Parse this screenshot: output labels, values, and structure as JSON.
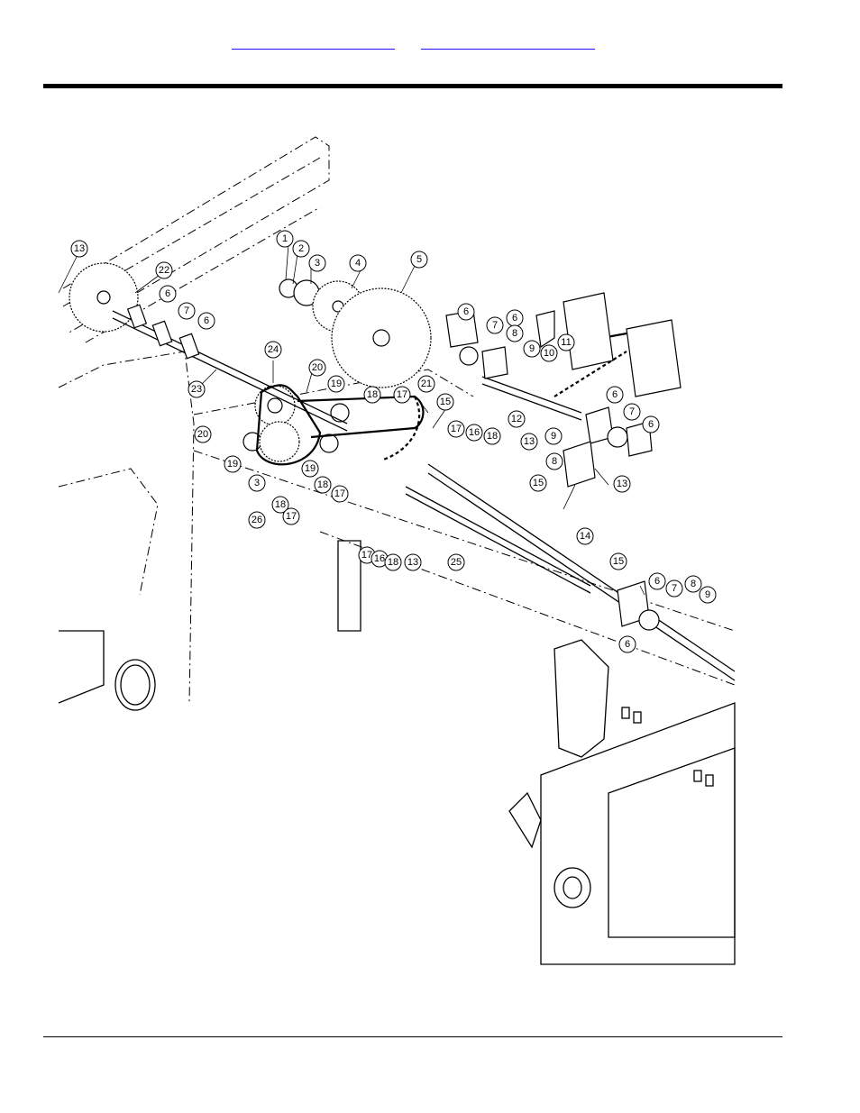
{
  "header": {
    "links": [
      {
        "label": ""
      },
      {
        "label": ""
      }
    ]
  },
  "diagram": {
    "callouts": [
      {
        "label": "1"
      },
      {
        "label": "2"
      },
      {
        "label": "3"
      },
      {
        "label": "4"
      },
      {
        "label": "5"
      },
      {
        "label": "13"
      },
      {
        "label": "22"
      },
      {
        "label": "6"
      },
      {
        "label": "7"
      },
      {
        "label": "6"
      },
      {
        "label": "23"
      },
      {
        "label": "24"
      },
      {
        "label": "20"
      },
      {
        "label": "19"
      },
      {
        "label": "18"
      },
      {
        "label": "17"
      },
      {
        "label": "21"
      },
      {
        "label": "15"
      },
      {
        "label": "20"
      },
      {
        "label": "19"
      },
      {
        "label": "3"
      },
      {
        "label": "26"
      },
      {
        "label": "19"
      },
      {
        "label": "18"
      },
      {
        "label": "17"
      },
      {
        "label": "18"
      },
      {
        "label": "17"
      },
      {
        "label": "17"
      },
      {
        "label": "16"
      },
      {
        "label": "18"
      },
      {
        "label": "6"
      },
      {
        "label": "7"
      },
      {
        "label": "6"
      },
      {
        "label": "8"
      },
      {
        "label": "9"
      },
      {
        "label": "10"
      },
      {
        "label": "11"
      },
      {
        "label": "12"
      },
      {
        "label": "13"
      },
      {
        "label": "9"
      },
      {
        "label": "8"
      },
      {
        "label": "6"
      },
      {
        "label": "7"
      },
      {
        "label": "6"
      },
      {
        "label": "13"
      },
      {
        "label": "15"
      },
      {
        "label": "14"
      },
      {
        "label": "25"
      },
      {
        "label": "17"
      },
      {
        "label": "16"
      },
      {
        "label": "18"
      },
      {
        "label": "13"
      },
      {
        "label": "15"
      },
      {
        "label": "6"
      },
      {
        "label": "7"
      },
      {
        "label": "8"
      },
      {
        "label": "9"
      },
      {
        "label": "6"
      }
    ]
  }
}
